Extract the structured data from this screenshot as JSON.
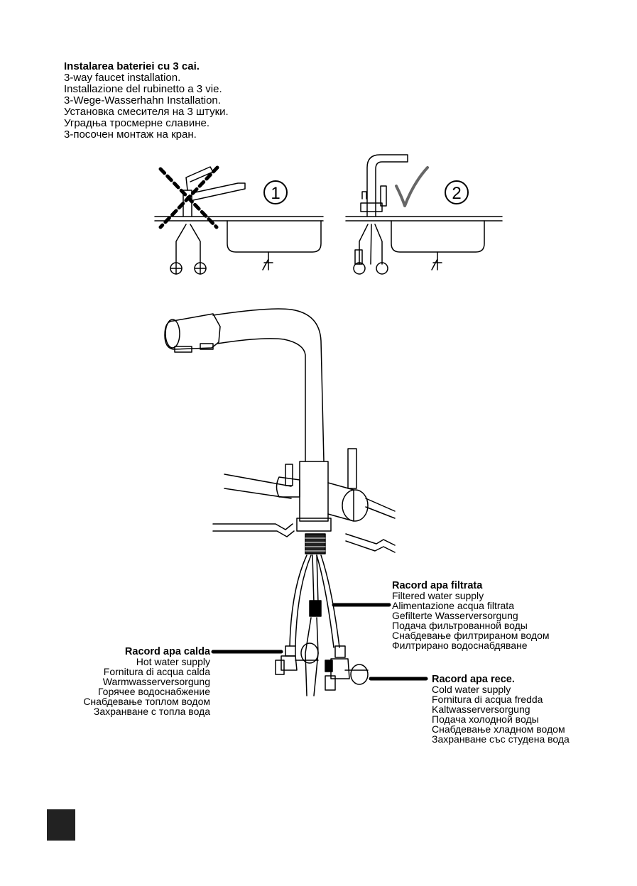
{
  "heading": {
    "lines": [
      "Instalarea bateriei cu 3 cai.",
      "3-way faucet installation.",
      "Installazione del rubinetto a 3 vie.",
      "3-Wege-Wasserhahn Installation.",
      "Установка смесителя на 3 штуки.",
      "Уградња тросмерне славине.",
      "3-посочен монтаж на кран."
    ]
  },
  "steps": {
    "step1": "1",
    "step2": "2"
  },
  "filtered": {
    "title": "Racord apa filtrata",
    "lines": [
      "Filtered water supply",
      "Alimentazione acqua filtrata",
      "Gefilterte Wasserversorgung",
      "Подача фильтрованной воды",
      "Снабдевање филтрираном водом",
      "Филтрирано водоснабдяване"
    ]
  },
  "hot": {
    "title": "Racord apa calda",
    "lines": [
      "Hot water supply",
      "Fornitura di acqua calda",
      "Warmwasserversorgung",
      "Горячее водоснабжение",
      "Снабдевање топлом водом",
      "Захранване с топла вода"
    ]
  },
  "cold": {
    "title": "Racord apa rece.",
    "lines": [
      "Cold water supply",
      "Fornitura di acqua fredda",
      "Kaltwasserversorgung",
      "Подача холодной воды",
      "Снабдевање хладном водом",
      "Захранване със студена вода"
    ]
  },
  "colors": {
    "ink": "#000000",
    "marker": "#222222"
  }
}
